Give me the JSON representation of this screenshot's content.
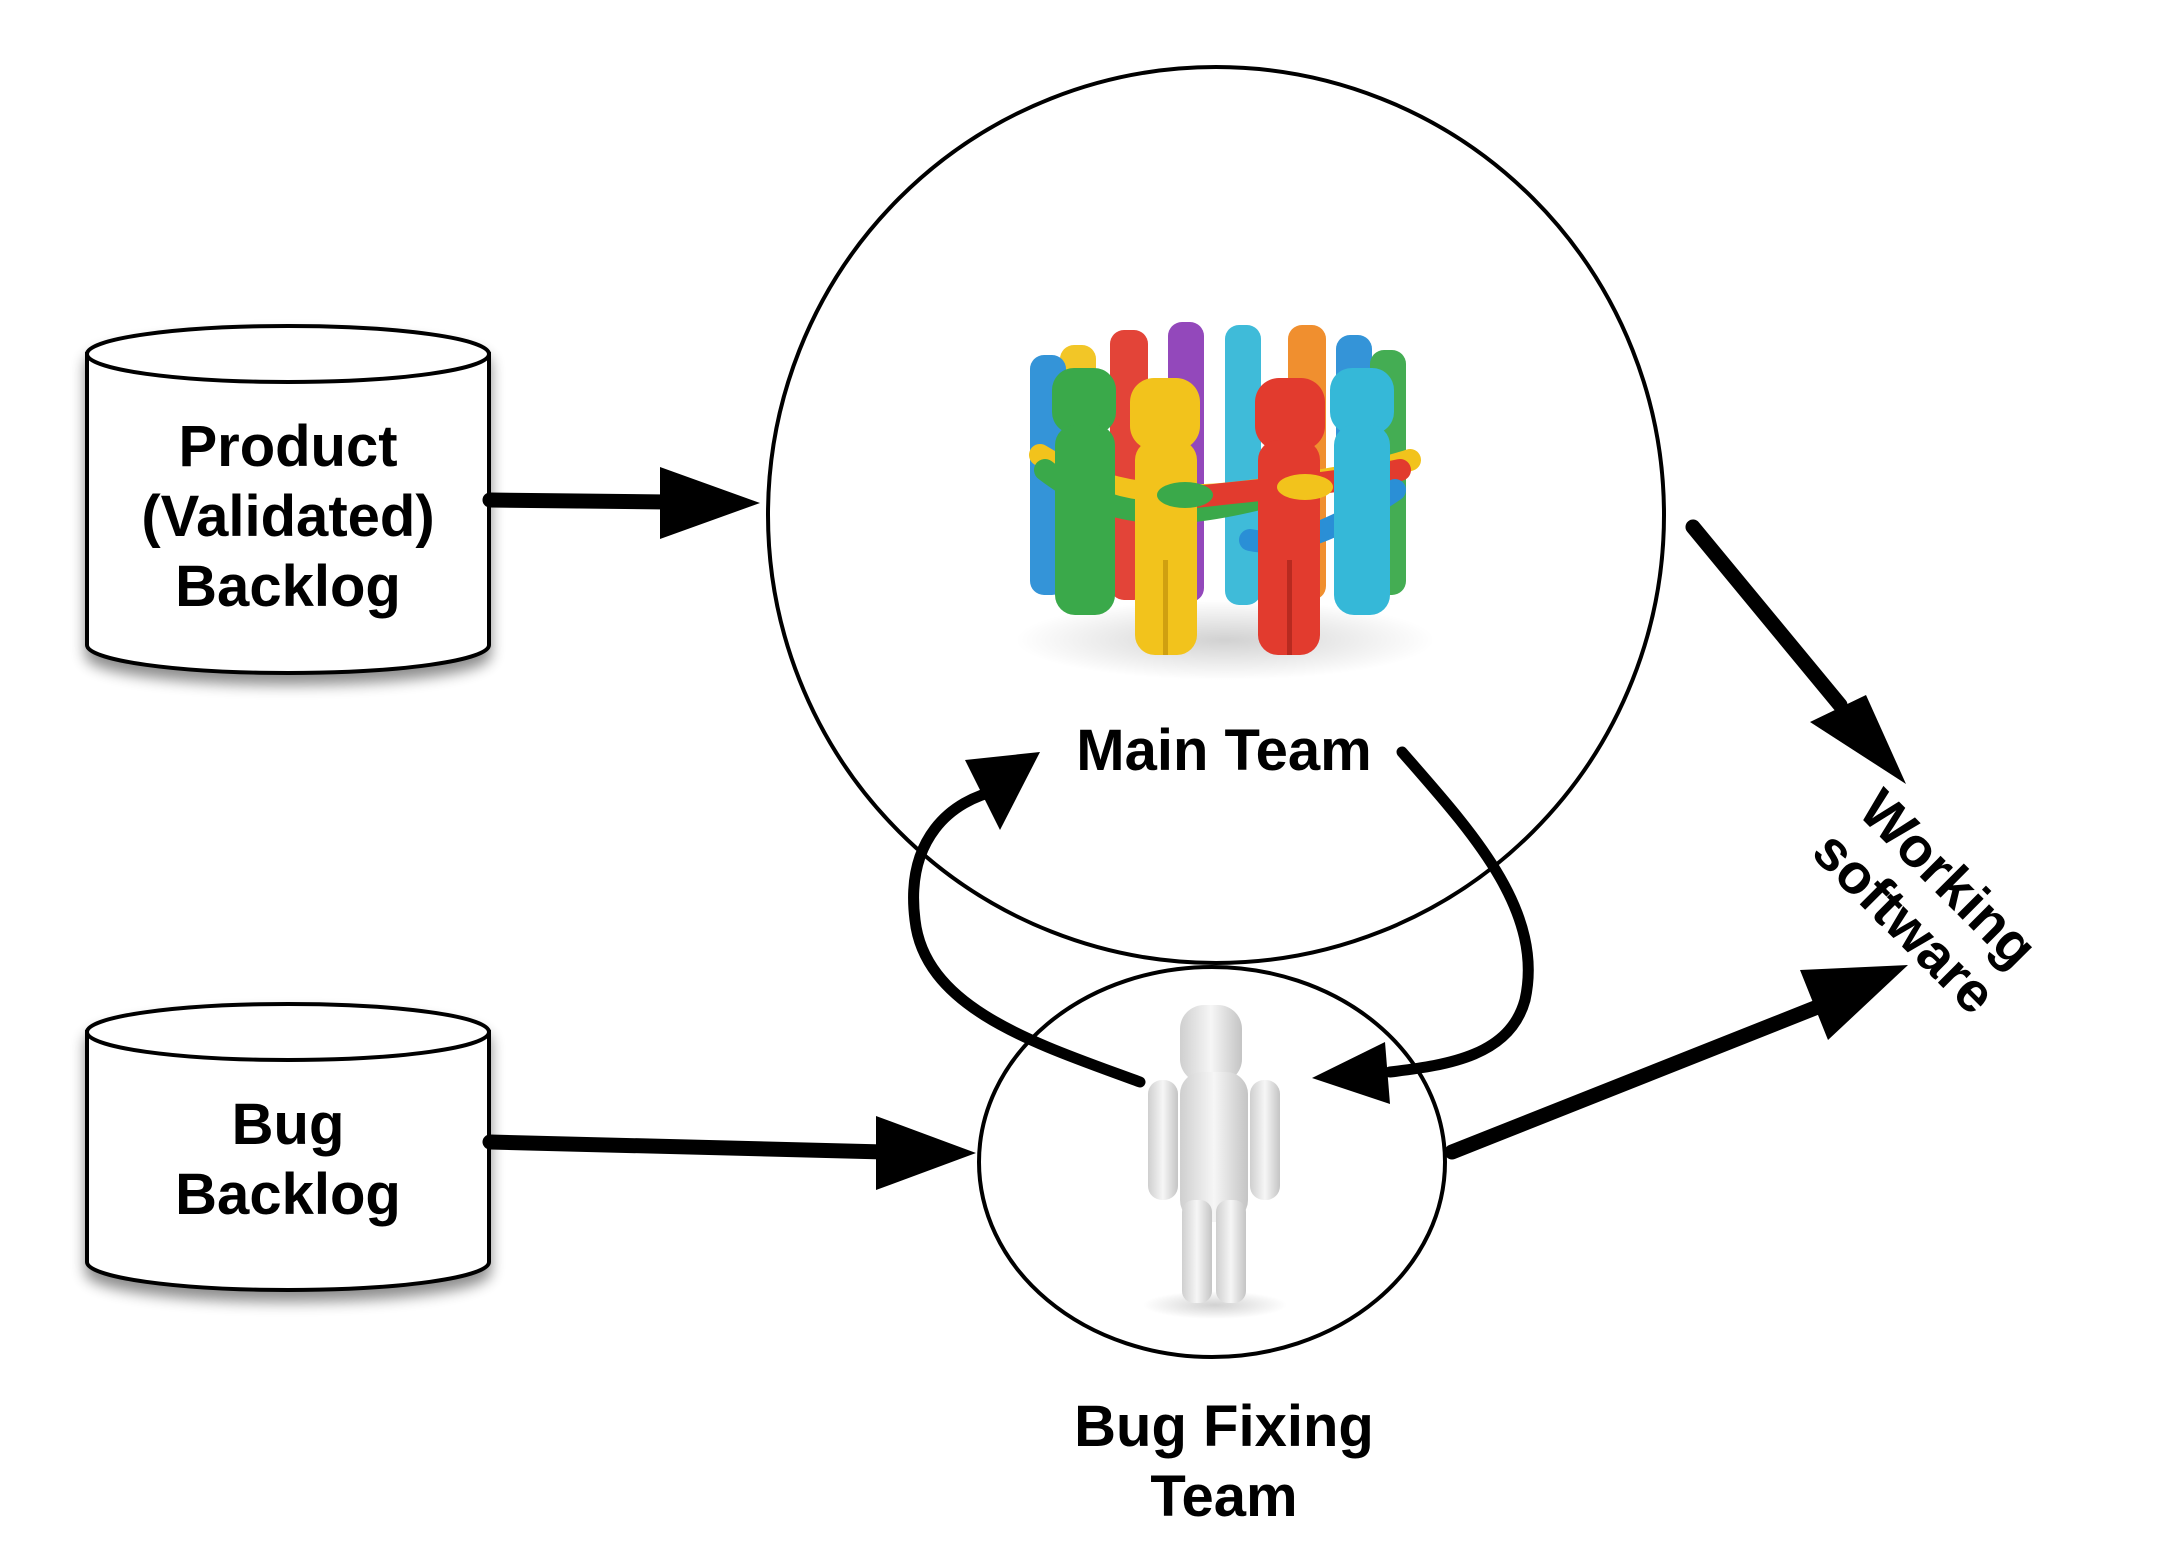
{
  "diagram": {
    "product_backlog": {
      "lines": [
        "Product",
        "(Validated)",
        "Backlog"
      ],
      "shape": "cylinder"
    },
    "bug_backlog": {
      "lines": [
        "Bug",
        "Backlog"
      ],
      "shape": "cylinder"
    },
    "main_team": {
      "label": "Main Team",
      "icon": "team-circle-people-icon"
    },
    "bug_fixing_team": {
      "lines": [
        "Bug Fixing",
        "Team"
      ],
      "icon": "single-person-icon"
    },
    "working_software": {
      "lines": [
        "Working",
        "software"
      ]
    },
    "colors": {
      "stroke": "#000000",
      "background": "#ffffff",
      "people": [
        "#e23b2e",
        "#f2c31c",
        "#3aa94a",
        "#2a8fd6",
        "#8e3fb8",
        "#f08a24",
        "#35b8d8",
        "#e8e8e8"
      ]
    },
    "edges": [
      {
        "from": "product_backlog",
        "to": "main_team"
      },
      {
        "from": "bug_backlog",
        "to": "bug_fixing_team"
      },
      {
        "from": "main_team",
        "to": "working_software"
      },
      {
        "from": "bug_fixing_team",
        "to": "working_software"
      },
      {
        "from": "bug_fixing_team",
        "to": "main_team"
      },
      {
        "from": "main_team",
        "to": "bug_fixing_team"
      }
    ]
  }
}
